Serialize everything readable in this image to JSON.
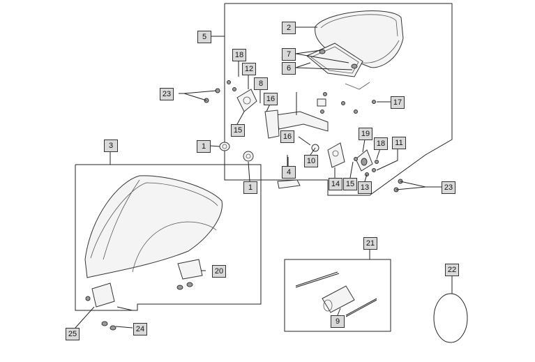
{
  "callouts": {
    "c1a": "1",
    "c1b": "1",
    "c2": "2",
    "c3": "3",
    "c4": "4",
    "c5": "5",
    "c6": "6",
    "c7": "7",
    "c8": "8",
    "c9": "9",
    "c10": "10",
    "c11": "11",
    "c12": "12",
    "c13": "13",
    "c14": "14",
    "c15a": "15",
    "c15b": "15",
    "c16a": "16",
    "c16b": "16",
    "c17": "17",
    "c18a": "18",
    "c18b": "18",
    "c19": "19",
    "c20": "20",
    "c21": "21",
    "c22": "22",
    "c23a": "23",
    "c23b": "23",
    "c24": "24",
    "c25": "25"
  },
  "colors": {
    "callout_bg": "#d9d9d9",
    "line": "#222222",
    "part_fill": "#f4f4f4"
  }
}
